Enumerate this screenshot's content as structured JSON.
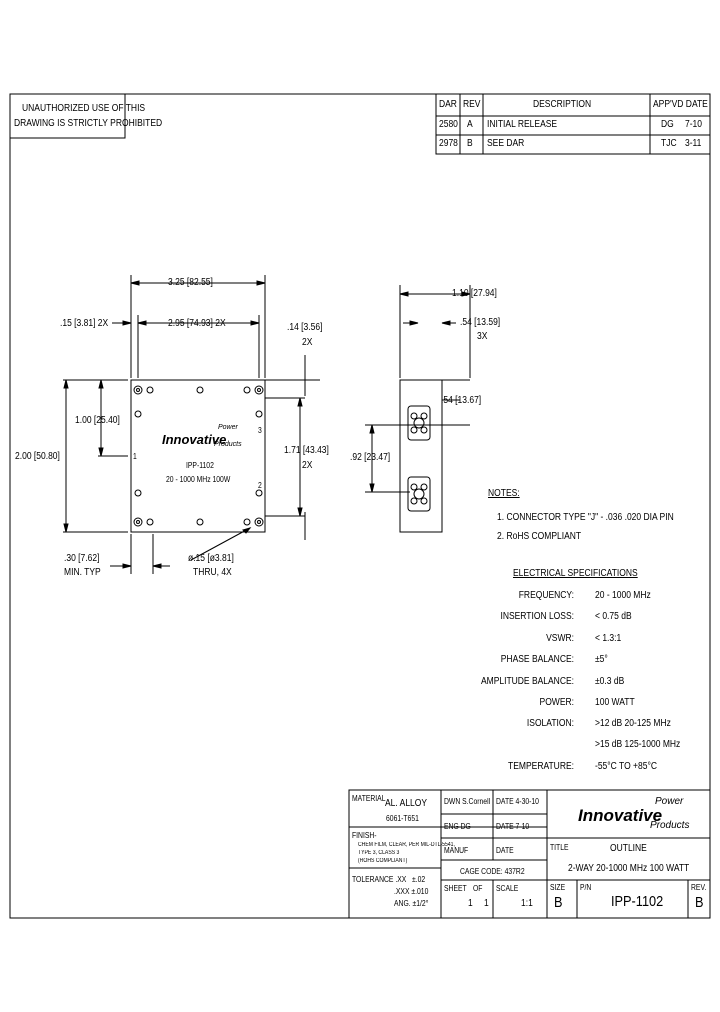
{
  "warning": {
    "line1": "UNAUTHORIZED USE OF THIS",
    "line2": "DRAWING IS STRICTLY PROHIBITED"
  },
  "revision_block": {
    "headers": {
      "dar": "DAR",
      "rev": "REV",
      "description": "DESCRIPTION",
      "appvd_date": "APP'VD DATE"
    },
    "rows": [
      {
        "dar": "2580",
        "rev": "A",
        "description": "INITIAL RELEASE",
        "appvd": "DG",
        "date": "7-10"
      },
      {
        "dar": "2978",
        "rev": "B",
        "description": "SEE DAR",
        "appvd": "TJC",
        "date": "3-11"
      }
    ]
  },
  "dimensions": {
    "width": "3.25 [82.55]",
    "left_margin": ".15 [3.81] 2X",
    "hole_spacing": "2.95 [74.93] 2X",
    "top_offset": ".14 [3.56]",
    "top_offset_qty": "2X",
    "half_height": "1.00 [25.40]",
    "height": "2.00 [50.80]",
    "port_spacing": "1.71 [43.43]",
    "port_spacing_qty": "2X",
    "mount_min": ".30 [7.62]",
    "mount_min_label": "MIN. TYP",
    "hole_dia": "ø.15 [ø3.81]",
    "hole_thru": "THRU, 4X",
    "depth": "1.10 [27.94]",
    "connector_len": ".54 [13.59]",
    "connector_qty": "3X",
    "side_offset": ".54 [13.67]",
    "conn_spacing": ".92 [23.47]"
  },
  "ports": {
    "p1": "1",
    "p2": "2",
    "p3": "3"
  },
  "product_label": {
    "brand": "Innovative",
    "power": "Power",
    "products": "Products",
    "model": "IPP-1102",
    "spec": "20 - 1000 MHz 100W"
  },
  "notes": {
    "title": "NOTES:",
    "items": [
      "1. CONNECTOR TYPE \"J\" - .036 .020 DIA PIN",
      "2. RoHS COMPLIANT"
    ]
  },
  "electrical": {
    "title": "ELECTRICAL SPECIFICATIONS",
    "rows": [
      {
        "label": "FREQUENCY:",
        "value": "20 - 1000 MHz"
      },
      {
        "label": "INSERTION LOSS:",
        "value": "< 0.75 dB"
      },
      {
        "label": "VSWR:",
        "value": "< 1.3:1"
      },
      {
        "label": "PHASE BALANCE:",
        "value": "±5°"
      },
      {
        "label": "AMPLITUDE BALANCE:",
        "value": "±0.3 dB"
      },
      {
        "label": "POWER:",
        "value": "100 WATT"
      },
      {
        "label": "ISOLATION:",
        "value": ">12 dB 20-125 MHz"
      },
      {
        "label": "",
        "value": ">15 dB 125-1000 MHz"
      },
      {
        "label": "TEMPERATURE:",
        "value": "-55°C TO +85°C"
      }
    ]
  },
  "title_block": {
    "material_label": "MATERIAL",
    "material_value1": "AL. ALLOY",
    "material_value2": "6061-T651",
    "dwn": "DWN S.Cornell",
    "dwn_date": "DATE 4-30-10",
    "eng": "ENG DG",
    "eng_date": "DATE 7-10",
    "manuf": "MANUF",
    "manuf_date": "DATE",
    "finish_label": "FINISH-",
    "finish_lines": [
      "CHEM FILM, CLEAR, PER MIL-DTL-5541,",
      "TYPE 3, CLASS 3",
      "(ROHS COMPLIANT)"
    ],
    "cage_code": "CAGE CODE: 437R2",
    "tolerance_label": "TOLERANCE .XX",
    "tol_xx": "±.02",
    "tol_xxx": ".XXX ±.010",
    "tol_ang": "ANG. ±1/2°",
    "sheet_label": "SHEET",
    "of_label": "OF",
    "sheet_num": "1",
    "sheet_total": "1",
    "scale_label": "SCALE",
    "scale_value": "1:1",
    "title_label": "TITLE",
    "title1": "OUTLINE",
    "title2": "2-WAY 20-1000 MHz 100 WATT",
    "size_label": "SIZE",
    "size_value": "B",
    "pn_label": "P/N",
    "pn_value": "IPP-1102",
    "rev_label": "REV.",
    "rev_value": "B",
    "logo": {
      "brand": "Innovative",
      "power": "Power",
      "products": "Products"
    }
  }
}
